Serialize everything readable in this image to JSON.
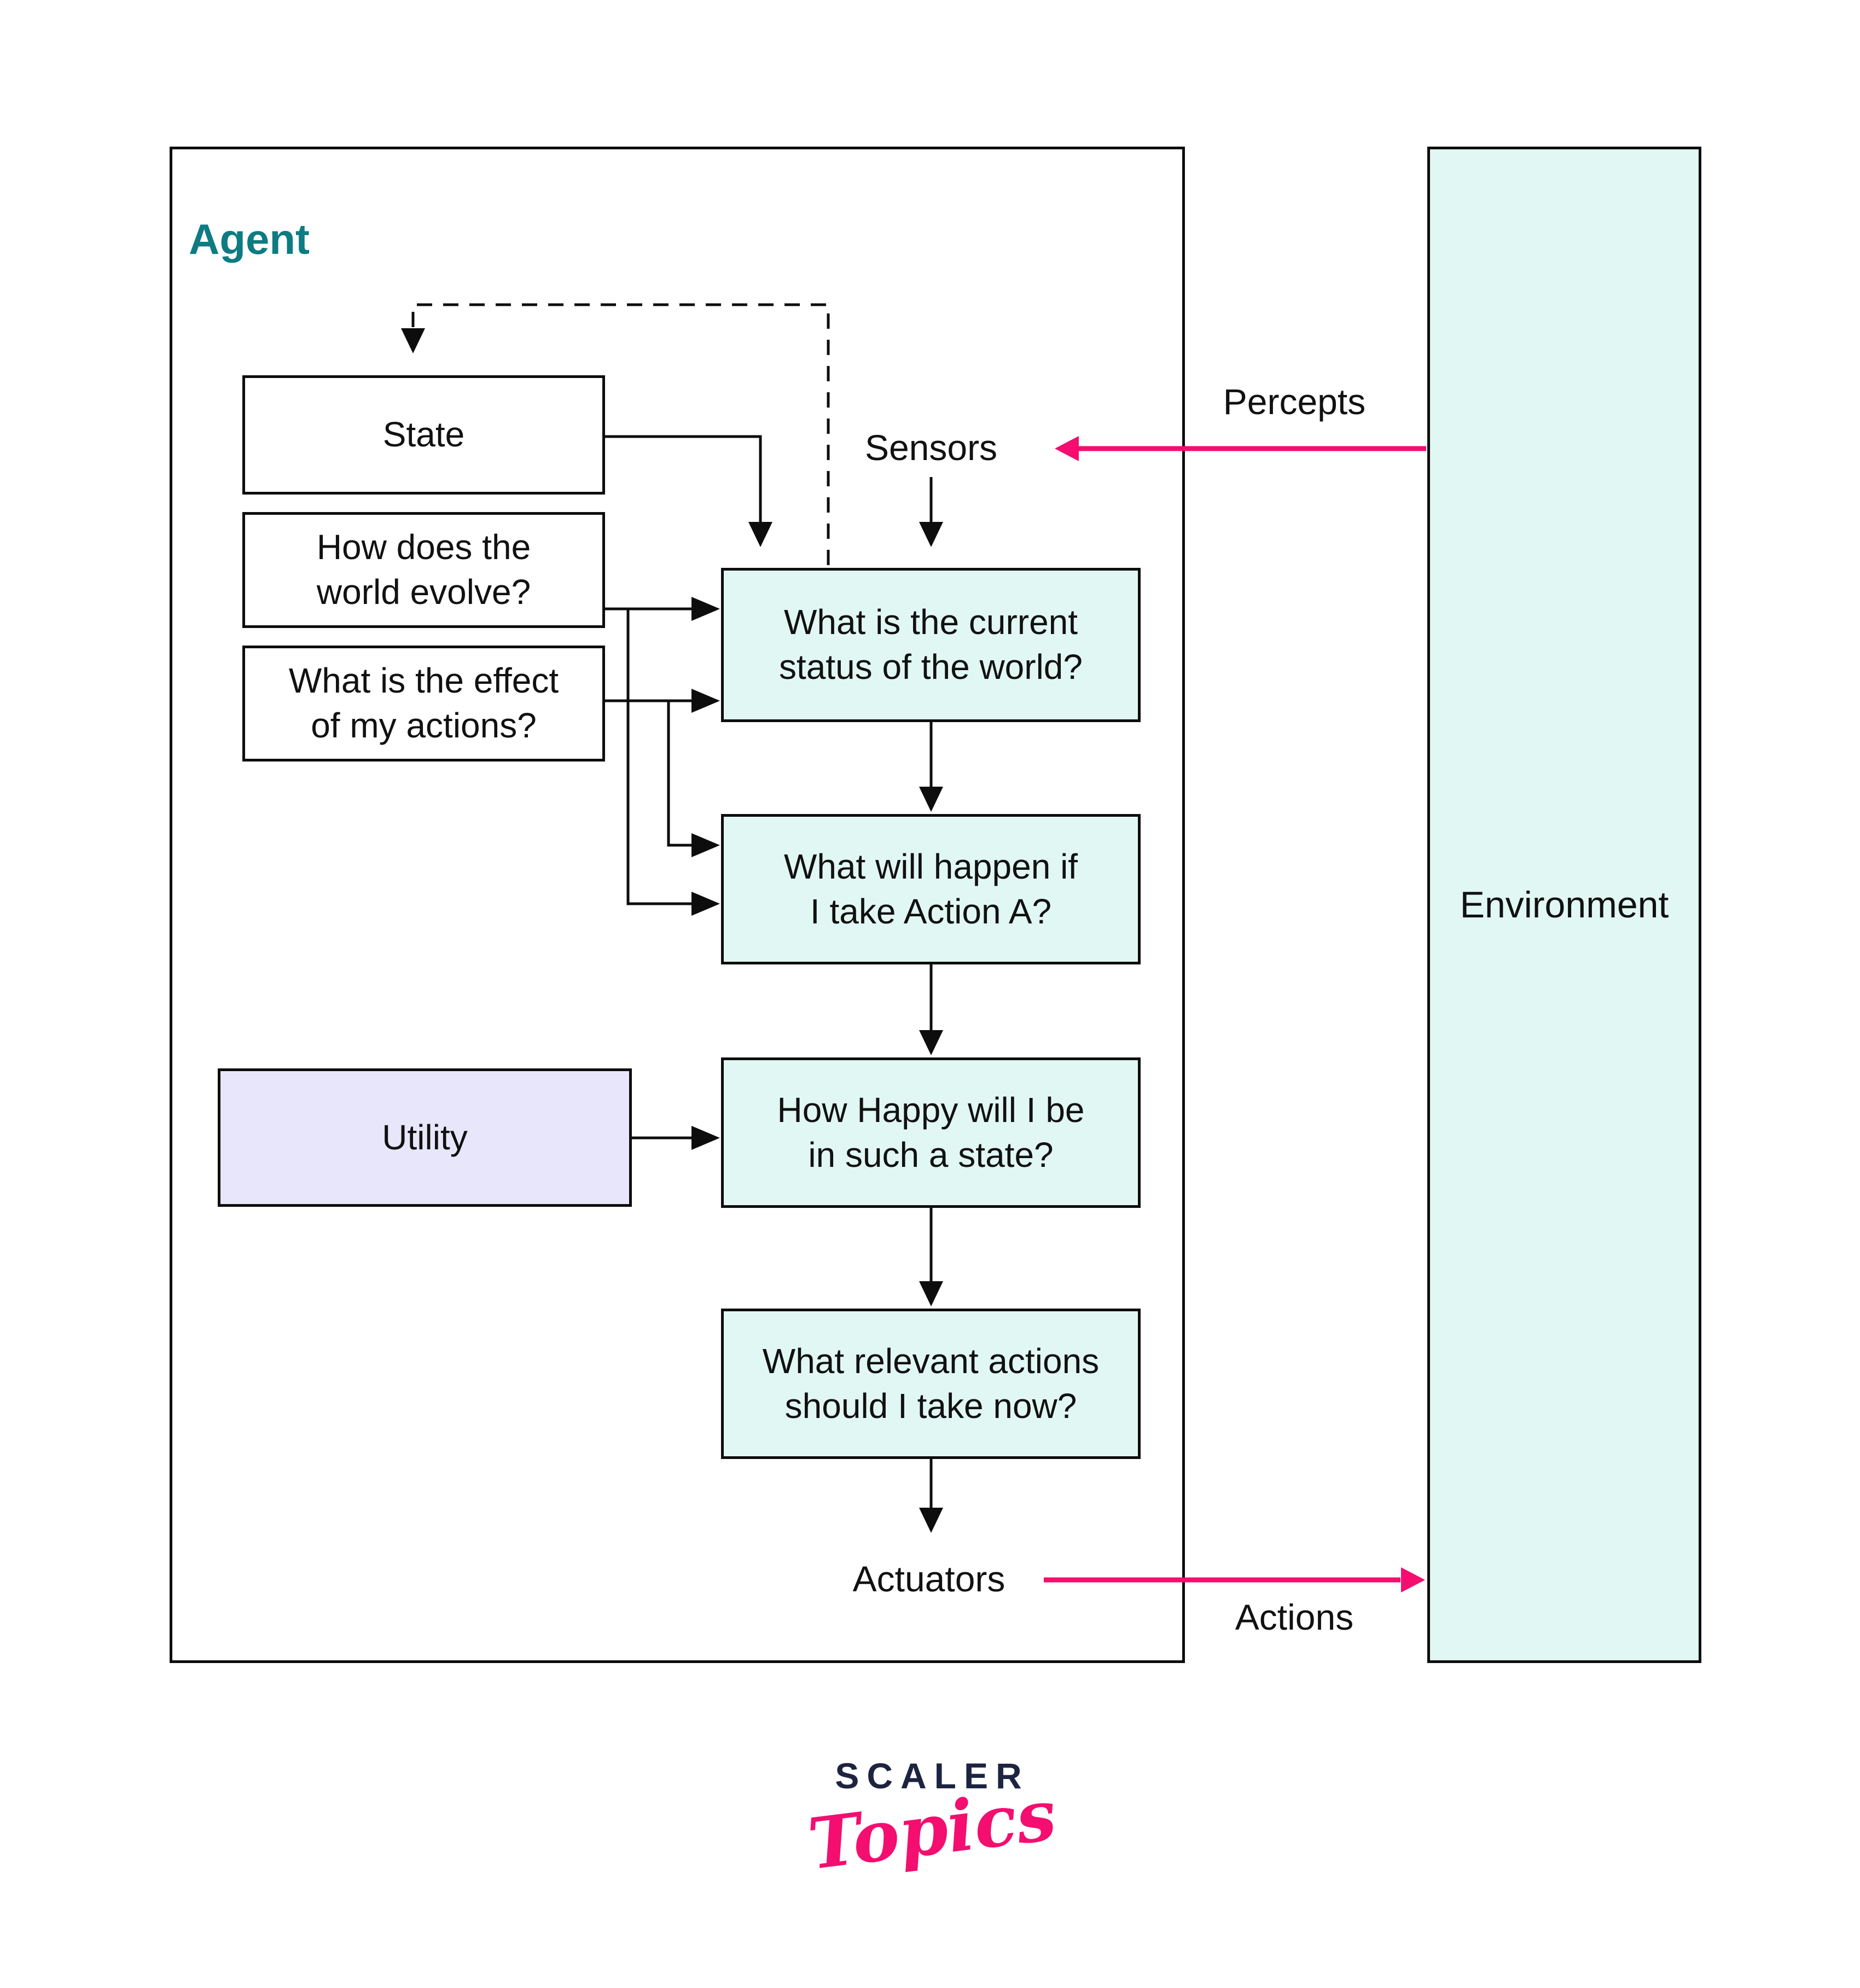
{
  "agent": {
    "label": "Agent"
  },
  "environment": {
    "label": "Environment"
  },
  "boxes": {
    "state": {
      "label": "State"
    },
    "world_evolve": {
      "label": "How does the\nworld evolve?"
    },
    "action_effect": {
      "label": "What is the effect\nof my actions?"
    },
    "current_status": {
      "label": "What is the current\nstatus of the world?"
    },
    "action_a": {
      "label": "What will happen if\nI take Action A?"
    },
    "utility": {
      "label": "Utility"
    },
    "happiness": {
      "label": "How Happy will I be\nin such a state?"
    },
    "relevant_actions": {
      "label": "What relevant actions\nshould I take now?"
    }
  },
  "io_labels": {
    "sensors": "Sensors",
    "actuators": "Actuators",
    "percepts": "Percepts",
    "actions": "Actions"
  },
  "logo": {
    "brand": "SCALER",
    "sub": "Topics"
  },
  "colors": {
    "agent_title_teal": "#0c7c82",
    "arrow_pink": "#f30e6f",
    "node_mint_fill": "#e1f7f3",
    "utility_lavender_fill": "#e8e6fb",
    "logo_navy": "#1c2440",
    "line_black": "#0d0d0d"
  }
}
